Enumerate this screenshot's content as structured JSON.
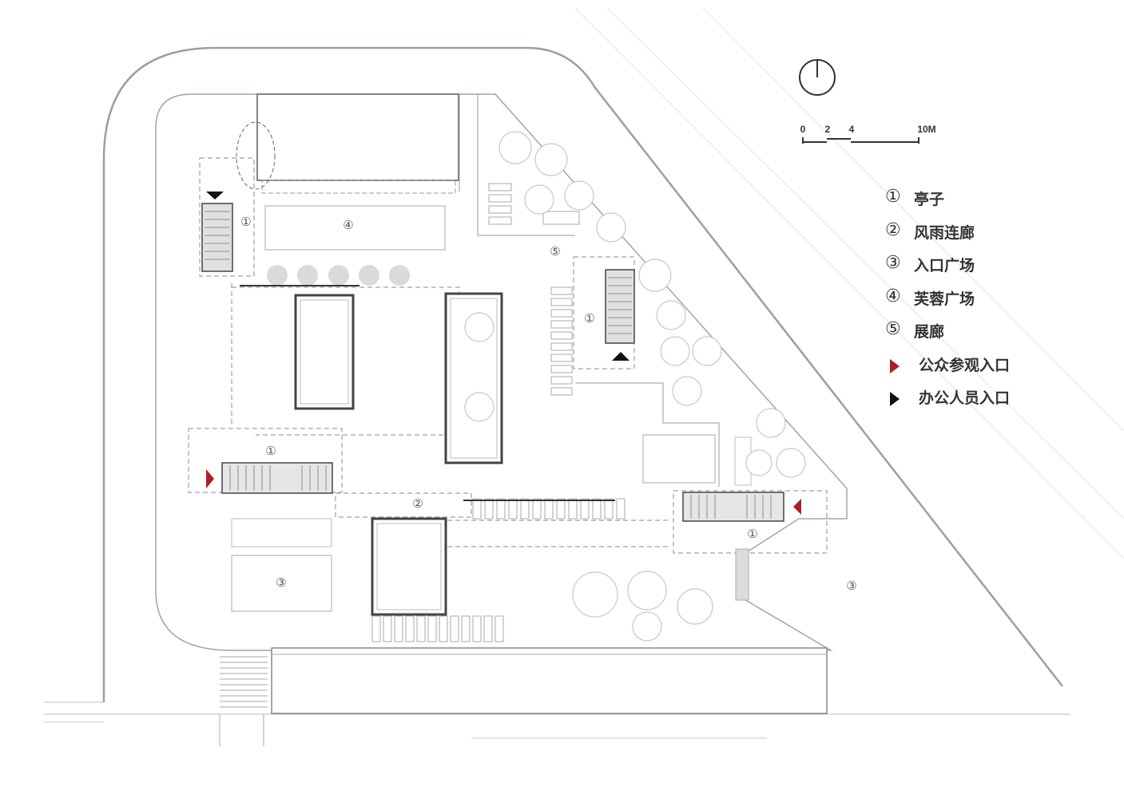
{
  "scale_bar": {
    "ticks": [
      "0",
      "2",
      "4",
      "10M"
    ]
  },
  "legend": [
    {
      "key": "①",
      "label": "亭子"
    },
    {
      "key": "②",
      "label": "风雨连廊"
    },
    {
      "key": "③",
      "label": "入口广场"
    },
    {
      "key": "④",
      "label": "芙蓉广场"
    },
    {
      "key": "⑤",
      "label": "展廊"
    },
    {
      "key": "",
      "label": "公众参观入口",
      "marker_color": "#b01e23"
    },
    {
      "key": "",
      "label": "办公人员入口",
      "marker_color": "#111111"
    }
  ],
  "plan_labels": {
    "pavilion": "①",
    "corridor": "②",
    "entrance_plaza": "③",
    "furong_plaza": "④",
    "gallery": "⑤"
  }
}
